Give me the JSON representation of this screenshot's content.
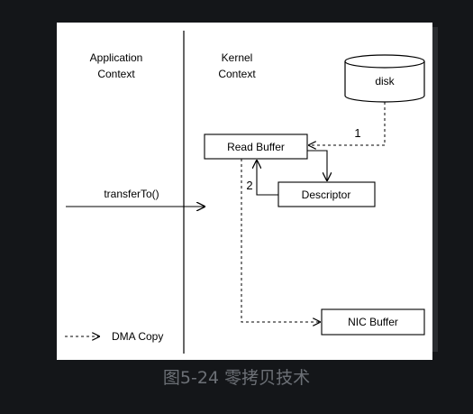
{
  "diagram": {
    "app_context": [
      "Application",
      "Context"
    ],
    "kernel_context": [
      "Kernel",
      "Context"
    ],
    "disk_label": "disk",
    "read_buffer_label": "Read Buffer",
    "descriptor_label": "Descriptor",
    "nic_buffer_label": "NIC Buffer",
    "call_label": "transferTo()",
    "step_1": "1",
    "step_2": "2",
    "legend_label": "DMA Copy"
  },
  "caption": "图5-24 零拷贝技术"
}
